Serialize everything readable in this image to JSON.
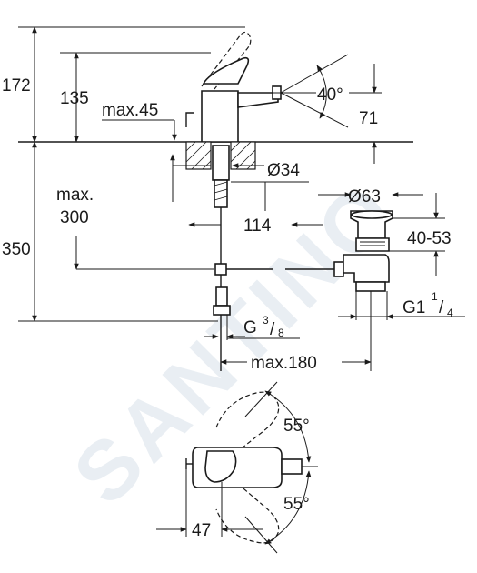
{
  "watermark": "SANTINO",
  "dimensions": {
    "overall_height": "172",
    "spout_height": "135",
    "lever_offset": "max.45",
    "spray_angle": "40°",
    "spout_rise": "71",
    "hole_diameter": "Ø34",
    "max_worktop": "max.",
    "max_worktop_value": "300",
    "waste_diameter": "Ø63",
    "spout_reach": "114",
    "waste_range": "40-53",
    "supply_height": "350",
    "waste_thread": "G1",
    "waste_thread_num": "1",
    "waste_thread_den": "4",
    "supply_thread": "G",
    "supply_thread_num": "3",
    "supply_thread_den": "8",
    "waste_reach": "max.180",
    "lever_angle_top": "55°",
    "lever_angle_bottom": "55°",
    "lever_offset_plan": "47"
  }
}
